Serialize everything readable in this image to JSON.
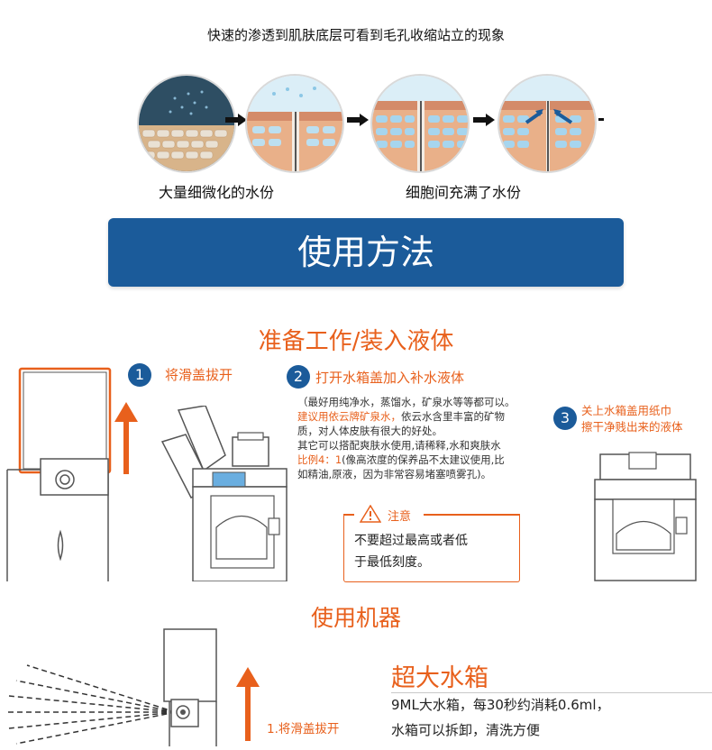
{
  "top": {
    "caption": "快速的渗透到肌肤底层可看到毛孔收缩站立的现象",
    "label_left": "大量细微化的水份",
    "label_right": "细胞间充满了水份"
  },
  "banner": {
    "title": "使用方法"
  },
  "prep": {
    "title": "准备工作/装入液体",
    "step1": {
      "num": "1",
      "label": "将滑盖拔开"
    },
    "step2": {
      "num": "2",
      "label": "打开水箱盖加入补水液体",
      "desc_line1": "（最好用纯净水，蒸馏水，矿泉水等等都可以。",
      "desc_line2_orange": "建议用依云牌矿泉水，",
      "desc_line2_rest": "依云水含里丰富的矿物",
      "desc_line3": "质，对人体皮肤有很大的好处。",
      "desc_line4": "其它可以搭配爽肤水使用,请稀释,水和爽肤水",
      "desc_line5_orange": "比例4：1",
      "desc_line5_rest": "(像高浓度的保养品不太建议使用,比",
      "desc_line6": "如精油,原液，因为非常容易堵塞喷雾孔)。"
    },
    "step3": {
      "num": "3",
      "line1": "关上水箱盖用纸巾",
      "line2": "擦干净贱出来的液体"
    },
    "note": {
      "title": "注意",
      "line1": "不要超过最高或者低",
      "line2": "于最低刻度。"
    }
  },
  "use": {
    "title": "使用机器",
    "step_label": "1.将滑盖拔开",
    "feature_title": "超大水箱",
    "feature_line1": "9ML大水箱，每30秒约消耗0.6ml，",
    "feature_line2": "水箱可以拆卸，清洗方便"
  },
  "colors": {
    "accent": "#e8601c",
    "brand_blue": "#1b5b9a"
  }
}
